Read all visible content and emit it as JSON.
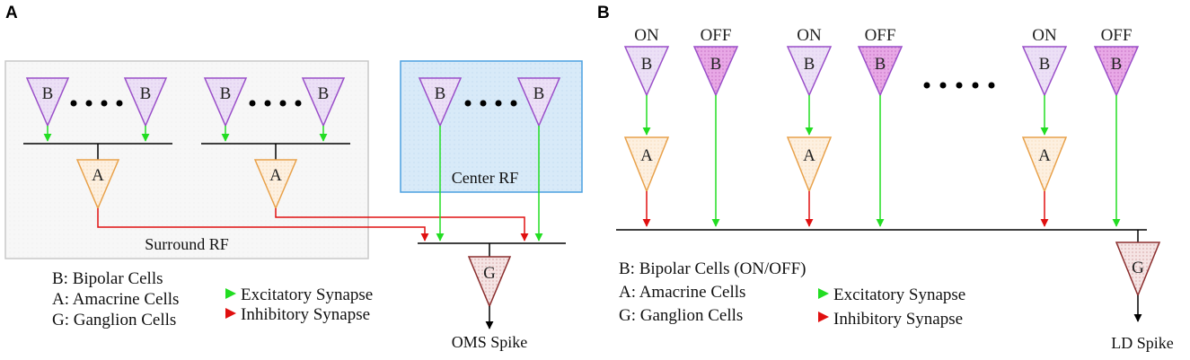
{
  "panelA": {
    "letter": "A",
    "cell_B": "B",
    "cell_A": "A",
    "cell_G": "G",
    "surround_label": "Surround RF",
    "center_label": "Center RF",
    "output_label": "OMS Spike",
    "legend": {
      "line1": "B: Bipolar Cells",
      "line2": "A: Amacrine Cells",
      "line3": "G: Ganglion Cells",
      "excitatory": "Excitatory Synapse",
      "inhibitory": "Inhibitory Synapse"
    }
  },
  "panelB": {
    "letter": "B",
    "on_label": "ON",
    "off_label": "OFF",
    "cell_B": "B",
    "cell_A": "A",
    "cell_G": "G",
    "output_label": "LD Spike",
    "legend": {
      "line1": "B: Bipolar Cells (ON/OFF)",
      "line2": "A: Amacrine Cells",
      "line3": "G: Ganglion Cells",
      "excitatory": "Excitatory Synapse",
      "inhibitory": "Inhibitory Synapse"
    }
  },
  "colors": {
    "excitatory": "#22dd22",
    "inhibitory": "#e01010",
    "bipolar_stroke": "#9a4fc9",
    "bipolar_on_fill": "#ece0f6",
    "bipolar_off_fill": "#e8a8e6",
    "amacrine_stroke": "#e8a14a",
    "amacrine_fill": "#fdf0e0",
    "ganglion_stroke": "#8b2e2e",
    "ganglion_fill": "#f2dede",
    "surround_box": "#f6f6f6",
    "center_box": "#dcecf8",
    "center_border": "#4aa0e0"
  }
}
